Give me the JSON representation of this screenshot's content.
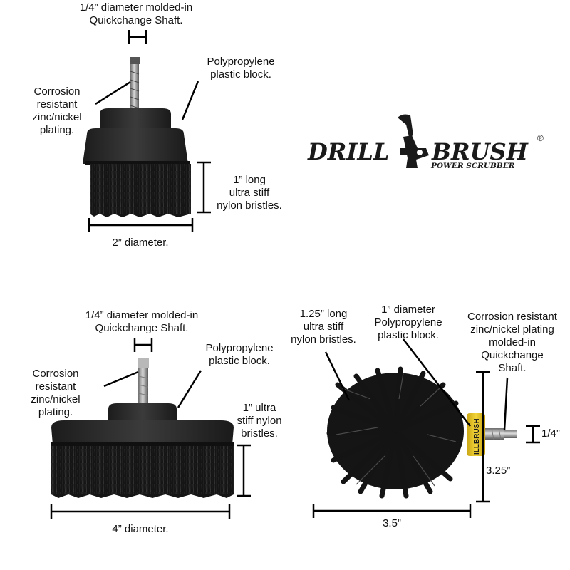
{
  "brand": {
    "logo_left": "DRILL",
    "logo_right": "BRUSH",
    "registered_mark": "®",
    "tagline": "POWER SCRUBBER",
    "ferrule_text": "ILLBRUSH"
  },
  "colors": {
    "bristle": "#141414",
    "block": "#2a2a2a",
    "shaft": "#9a9a9a",
    "ferrule": "#e9c21c",
    "dimension_line": "#000000"
  },
  "brush_2in": {
    "shaft_label": [
      "1/4” diameter molded-in",
      "Quickchange Shaft."
    ],
    "corrosion_label": [
      "Corrosion",
      "resistant",
      "zinc/nickel",
      "plating."
    ],
    "block_label": [
      "Polypropylene",
      "plastic block."
    ],
    "bristles_label": [
      "1” long",
      "ultra stiff",
      "nylon bristles."
    ],
    "diameter_label": "2” diameter."
  },
  "brush_4in": {
    "shaft_label": [
      "1/4” diameter molded-in",
      "Quickchange Shaft."
    ],
    "corrosion_label": [
      "Corrosion",
      "resistant",
      "zinc/nickel",
      "plating."
    ],
    "block_label": [
      "Polypropylene",
      "plastic block."
    ],
    "bristles_label": [
      "1” ultra",
      "stiff nylon",
      "bristles."
    ],
    "diameter_label": "4” diameter."
  },
  "brush_round": {
    "bristles_label": [
      "1.25” long",
      "ultra stiff",
      "nylon bristles."
    ],
    "block_label": [
      "1” diameter",
      "Polypropylene",
      "plastic block."
    ],
    "corrosion_label": [
      "Corrosion resistant",
      "zinc/nickel plating",
      "molded-in",
      "Quickchange",
      "Shaft."
    ],
    "shaft_size_label": "1/4”",
    "height_label": "3.25”",
    "width_label": "3.5”"
  }
}
